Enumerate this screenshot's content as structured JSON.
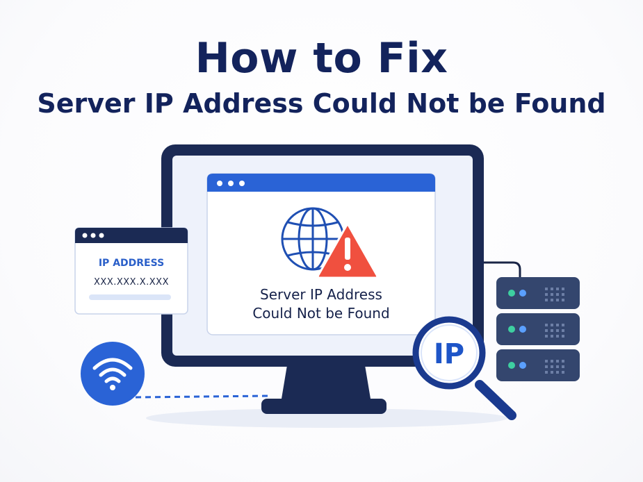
{
  "header": {
    "title": "How to Fix",
    "subtitle": "Server IP Address Could Not be Found"
  },
  "ip_window": {
    "label": "IP ADDRESS",
    "value": "XXX.XXX.X.XXX"
  },
  "browser_window": {
    "message_line1": "Server IP Address",
    "message_line2": "Could Not be Found"
  },
  "magnifier": {
    "text": "IP"
  },
  "icons": {
    "globe": "globe-icon",
    "warning": "warning-triangle-icon",
    "wifi": "wifi-icon",
    "server": "server-rack-icon",
    "magnifier": "magnifying-glass-icon"
  },
  "colors": {
    "navy": "#13235c",
    "blue": "#2a63d6",
    "warning_red": "#f0503f",
    "screen_bg": "#eef2fb",
    "server_dark": "#34466e",
    "led_green": "#3ecfa0",
    "led_blue": "#5ba0ff"
  }
}
